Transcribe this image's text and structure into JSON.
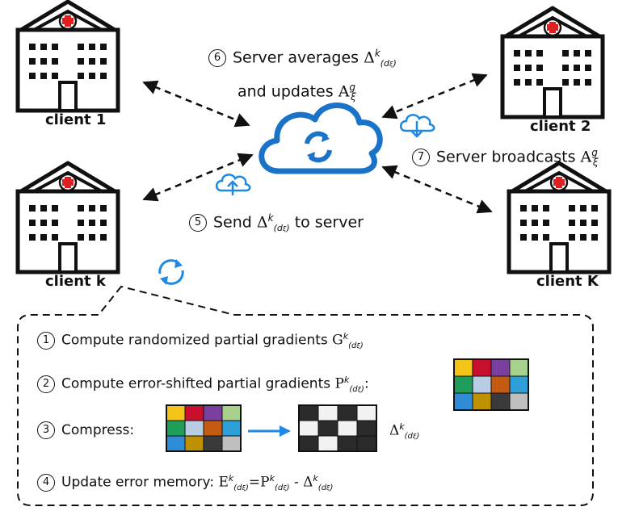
{
  "clients": [
    {
      "id": "c1",
      "label": "client 1"
    },
    {
      "id": "c2",
      "label": "client 2"
    },
    {
      "id": "ck",
      "label": "client k"
    },
    {
      "id": "cK",
      "label": "client K"
    }
  ],
  "server": {
    "step6_num": "6",
    "step6_line1": "Server averages",
    "step6_sym": "Δ",
    "step6_sup": "k",
    "step6_sub": "(d",
    "step6_subsub": "ξ",
    "step6_subclose": ")",
    "step6_line2": "and updates",
    "step6_sym2": "A",
    "step6_sup2": "g",
    "step6_sub2": "ξ",
    "step7_num": "7",
    "step7_text": "Server broadcasts",
    "step7_sym": "A",
    "step7_sup": "g",
    "step7_sub": "ξ",
    "step5_num": "5",
    "step5_pre": "Send",
    "step5_sym": "Δ",
    "step5_sup": "k",
    "step5_post": "to server"
  },
  "steps": [
    {
      "num": "1",
      "text": "Compute randomized partial gradients",
      "sym": "G"
    },
    {
      "num": "2",
      "text": "Compute error-shifted partial gradients",
      "sym": "P",
      "trail": ":"
    },
    {
      "num": "3",
      "text": "Compress:",
      "sym": "Δ"
    },
    {
      "num": "4",
      "text": "Update error memory:",
      "eq_a": "E",
      "eq_b": "=P",
      "eq_c": "- Δ"
    }
  ],
  "colors": {
    "cloud": "#1a73c8",
    "arrow": "#1e88e5",
    "cross": "#e02020",
    "matrix": [
      "#f3c317",
      "#c8102e",
      "#7b3fa0",
      "#a9d18e",
      "#1f9e5a",
      "#b8cce4",
      "#c55a11",
      "#2f9fd8",
      "#2e8bd6",
      "#bf9000",
      "#3a3a3a",
      "#bfbfbf"
    ],
    "mask": [
      "#2b2b2b",
      "#f2f2f2",
      "#2b2b2b",
      "#f2f2f2",
      "#f2f2f2",
      "#2b2b2b",
      "#f2f2f2",
      "#2b2b2b",
      "#2b2b2b",
      "#f2f2f2",
      "#2b2b2b",
      "#2b2b2b"
    ]
  },
  "icons": {
    "hospital": "hospital-icon",
    "cloud": "cloud-sync-icon",
    "upload": "cloud-upload-icon",
    "download": "cloud-download-icon",
    "sync": "sync-icon"
  }
}
